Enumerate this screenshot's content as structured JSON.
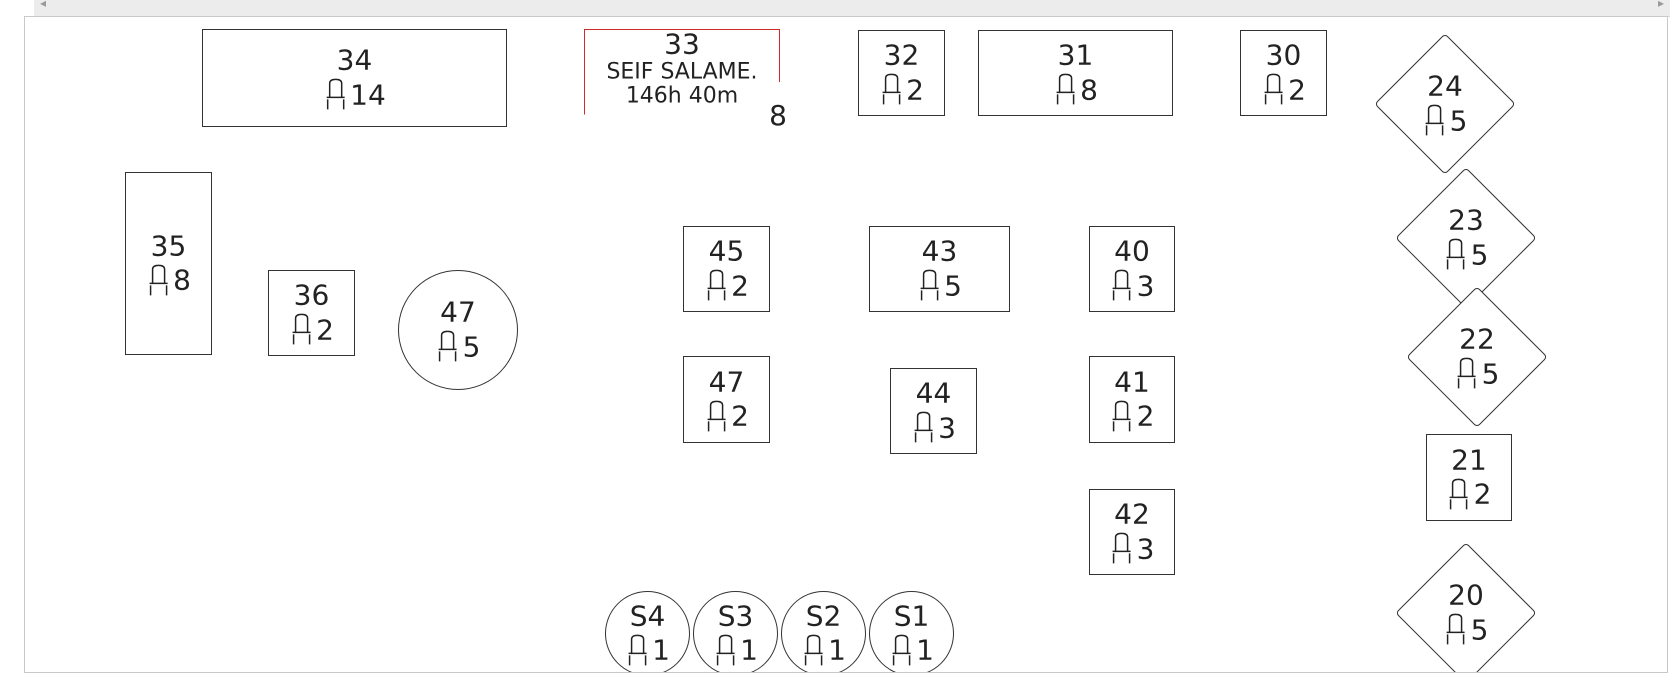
{
  "floor": {
    "tables": [
      {
        "id": "t34",
        "number": "34",
        "seats": "14",
        "shape": "rect"
      },
      {
        "id": "t33",
        "number": "33",
        "guest": "SEIF SALAME.",
        "time": "146h 40m",
        "seats": "8",
        "shape": "rect",
        "status": "occupied"
      },
      {
        "id": "t32",
        "number": "32",
        "seats": "2",
        "shape": "rect"
      },
      {
        "id": "t31",
        "number": "31",
        "seats": "8",
        "shape": "rect"
      },
      {
        "id": "t30",
        "number": "30",
        "seats": "2",
        "shape": "rect"
      },
      {
        "id": "t24",
        "number": "24",
        "seats": "5",
        "shape": "diamond"
      },
      {
        "id": "t23",
        "number": "23",
        "seats": "5",
        "shape": "diamond"
      },
      {
        "id": "t22",
        "number": "22",
        "seats": "5",
        "shape": "diamond"
      },
      {
        "id": "t21",
        "number": "21",
        "seats": "2",
        "shape": "rect"
      },
      {
        "id": "t20",
        "number": "20",
        "seats": "5",
        "shape": "diamond"
      },
      {
        "id": "t35",
        "number": "35",
        "seats": "8",
        "shape": "rect"
      },
      {
        "id": "t36",
        "number": "36",
        "seats": "2",
        "shape": "rect"
      },
      {
        "id": "t47r",
        "number": "47",
        "seats": "5",
        "shape": "round"
      },
      {
        "id": "t45",
        "number": "45",
        "seats": "2",
        "shape": "rect"
      },
      {
        "id": "t43",
        "number": "43",
        "seats": "5",
        "shape": "rect"
      },
      {
        "id": "t40",
        "number": "40",
        "seats": "3",
        "shape": "rect"
      },
      {
        "id": "t47",
        "number": "47",
        "seats": "2",
        "shape": "rect"
      },
      {
        "id": "t44",
        "number": "44",
        "seats": "3",
        "shape": "rect"
      },
      {
        "id": "t41",
        "number": "41",
        "seats": "2",
        "shape": "rect"
      },
      {
        "id": "t42",
        "number": "42",
        "seats": "3",
        "shape": "rect"
      },
      {
        "id": "tS4",
        "number": "S4",
        "seats": "1",
        "shape": "round"
      },
      {
        "id": "tS3",
        "number": "S3",
        "seats": "1",
        "shape": "round"
      },
      {
        "id": "tS2",
        "number": "S2",
        "seats": "1",
        "shape": "round"
      },
      {
        "id": "tS1",
        "number": "S1",
        "seats": "1",
        "shape": "round"
      }
    ]
  },
  "colors": {
    "occupied_border": "#d12a2a",
    "table_border": "#333333"
  },
  "icons": {
    "seat": "chair-icon",
    "scroll_left": "chevron-left-icon",
    "scroll_right": "chevron-right-icon"
  }
}
